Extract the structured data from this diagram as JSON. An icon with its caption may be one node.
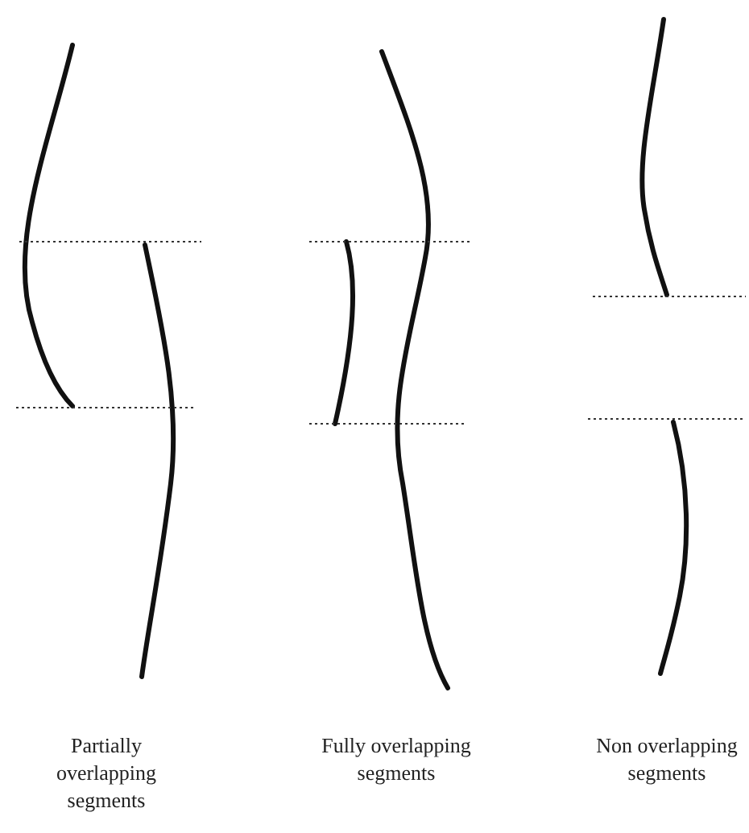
{
  "diagram": {
    "labels": [
      "Partially overlapping segments",
      "Fully overlapping segments",
      "Non overlapping segments"
    ]
  }
}
